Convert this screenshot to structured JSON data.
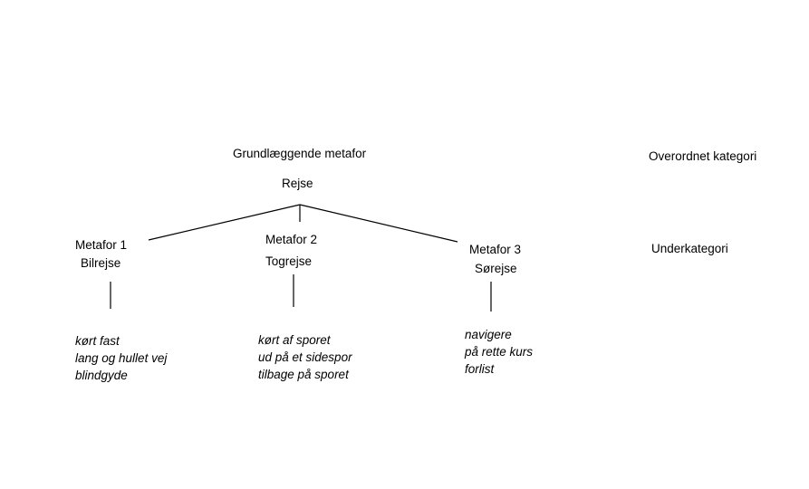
{
  "root": {
    "heading": "Grundlæggende metafor",
    "label": "Rejse"
  },
  "levels": {
    "top": "Overordnet kategori",
    "sub": "Underkategori"
  },
  "metaphors": [
    {
      "title": "Metafor 1",
      "name": "Bilrejse",
      "examples": [
        "kørt fast",
        "lang og hullet vej",
        "blindgyde"
      ]
    },
    {
      "title": "Metafor 2",
      "name": "Togrejse",
      "examples": [
        "kørt af sporet",
        "ud på et sidespor",
        "tilbage på sporet"
      ]
    },
    {
      "title": "Metafor 3",
      "name": "Sørejse",
      "examples": [
        "navigere",
        "på rette kurs",
        "forlist"
      ]
    }
  ]
}
